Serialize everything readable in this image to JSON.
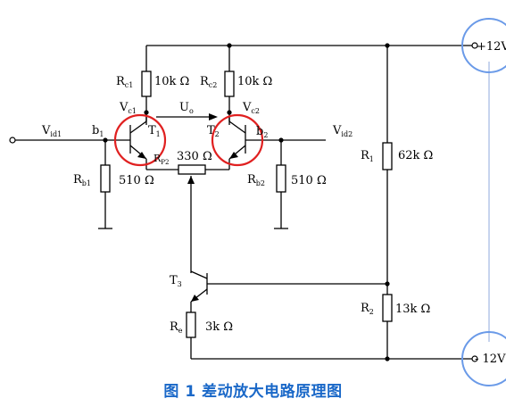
{
  "caption": "图 1  差动放大电路原理图",
  "labels": {
    "vcc": "+12V",
    "vee": "- 12V",
    "rc1": "R",
    "rc1_sub": "c1",
    "rc1_val": "10k Ω",
    "rc2": "R",
    "rc2_sub": "c2",
    "rc2_val": "10k Ω",
    "vc1": "V",
    "vc1_sub": "c1",
    "vc2": "V",
    "vc2_sub": "c2",
    "uo": "U",
    "uo_sub": "o",
    "vid1": "V",
    "vid1_sub": "id1",
    "vid2": "V",
    "vid2_sub": "id2",
    "b1": "b",
    "b1_sub": "1",
    "b2": "b",
    "b2_sub": "2",
    "t1": "T",
    "t1_sub": "1",
    "t2": "T",
    "t2_sub": "2",
    "t3": "T",
    "t3_sub": "3",
    "rp": "R",
    "rp_sub": "P2",
    "rp_val": "330 Ω",
    "rb1": "R",
    "rb1_sub": "b1",
    "rb1_val": "510 Ω",
    "rb2": "R",
    "rb2_sub": "b2",
    "rb2_val": "510 Ω",
    "r1": "R",
    "r1_sub": "1",
    "r1_val": "62k Ω",
    "r2": "R",
    "r2_sub": "2",
    "r2_val": "13k Ω",
    "re": "R",
    "re_sub": "e",
    "re_val": "3k Ω"
  },
  "colors": {
    "wire": "#000000",
    "highlight_circle": "#e02020",
    "rail_circle": "#6a9ae8",
    "caption": "#1a68c8"
  }
}
